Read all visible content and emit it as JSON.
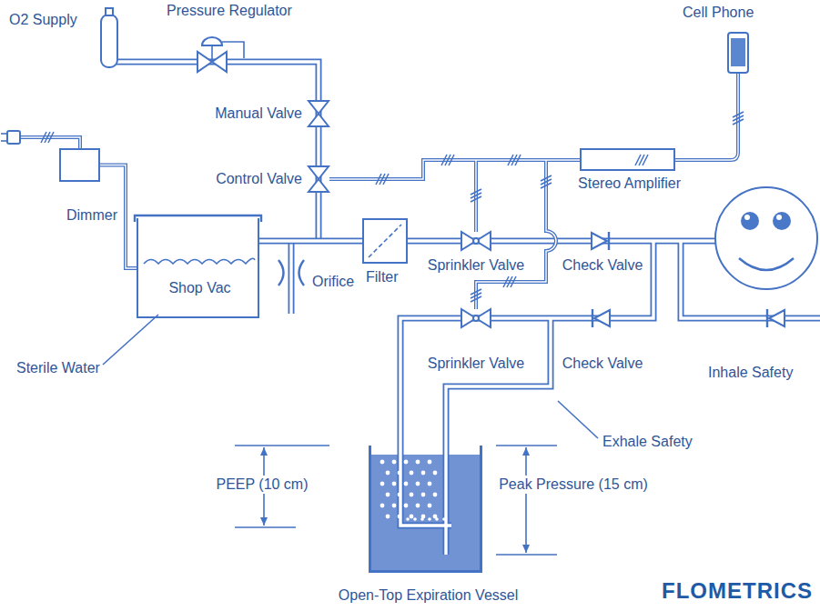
{
  "diagram": {
    "nodes": [
      {
        "text": [
          "Dimmer"
        ]
      },
      {
        "text": [
          "Shop Vac"
        ]
      },
      {
        "text": [
          "Filter"
        ]
      },
      {
        "text": [
          "Stereo Amplifier"
        ]
      },
      {
        "text": [
          "Open-Top Expiration Vessel"
        ]
      }
    ],
    "edges": [
      {
        "from": 0,
        "to": 1,
        "arrow": "none"
      },
      {
        "from": 1,
        "to": 2,
        "arrow": "none"
      }
    ],
    "labels": [
      "O2 Supply",
      "Pressure Regulator",
      "Manual Valve",
      "Control Valve",
      "Cell Phone",
      "Sterile Water",
      "Orifice",
      "Sprinkler Valve",
      "Check Valve",
      "Sprinkler Valve",
      "Check Valve",
      "Inhale Safety",
      "Exhale Safety",
      "PEEP (10 cm)",
      "Peak Pressure (15 cm)",
      "FLOMETRICS"
    ]
  }
}
